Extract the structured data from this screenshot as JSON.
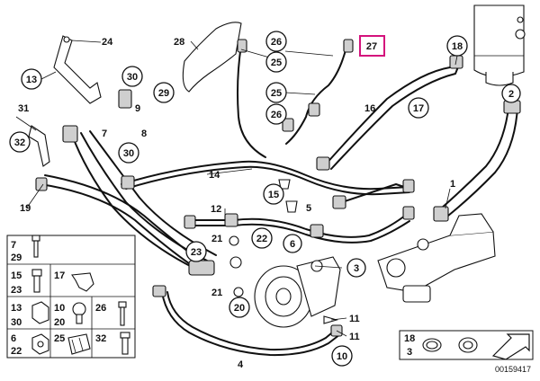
{
  "diagram_id": "00159417",
  "highlight_label": "27",
  "callouts": [
    {
      "id": "c26a",
      "label": "26",
      "circled": true
    },
    {
      "id": "c25a",
      "label": "25",
      "circled": true
    },
    {
      "id": "c25b",
      "label": "25",
      "circled": true
    },
    {
      "id": "c26b",
      "label": "26",
      "circled": true
    },
    {
      "id": "c18",
      "label": "18",
      "circled": true
    },
    {
      "id": "c2",
      "label": "2",
      "circled": true
    },
    {
      "id": "c17",
      "label": "17",
      "circled": true
    },
    {
      "id": "c13",
      "label": "13",
      "circled": true
    },
    {
      "id": "c30a",
      "label": "30",
      "circled": true
    },
    {
      "id": "c29",
      "label": "29",
      "circled": true
    },
    {
      "id": "c32",
      "label": "32",
      "circled": true
    },
    {
      "id": "c30b",
      "label": "30",
      "circled": true
    },
    {
      "id": "c15",
      "label": "15",
      "circled": true
    },
    {
      "id": "c23",
      "label": "23",
      "circled": true
    },
    {
      "id": "c22",
      "label": "22",
      "circled": true
    },
    {
      "id": "c6",
      "label": "6",
      "circled": true
    },
    {
      "id": "c3",
      "label": "3",
      "circled": true
    },
    {
      "id": "c20",
      "label": "20",
      "circled": true
    },
    {
      "id": "c10",
      "label": "10",
      "circled": true
    },
    {
      "id": "t27",
      "label": "27",
      "circled": false
    },
    {
      "id": "t24",
      "label": "24",
      "circled": false
    },
    {
      "id": "t28",
      "label": "28",
      "circled": false
    },
    {
      "id": "t16",
      "label": "16",
      "circled": false
    },
    {
      "id": "t9",
      "label": "9",
      "circled": false
    },
    {
      "id": "t31",
      "label": "31",
      "circled": false
    },
    {
      "id": "t7",
      "label": "7",
      "circled": false
    },
    {
      "id": "t8",
      "label": "8",
      "circled": false
    },
    {
      "id": "t14",
      "label": "14",
      "circled": false
    },
    {
      "id": "t1",
      "label": "1",
      "circled": false
    },
    {
      "id": "t19",
      "label": "19",
      "circled": false
    },
    {
      "id": "t5",
      "label": "5",
      "circled": false
    },
    {
      "id": "t12",
      "label": "12",
      "circled": false
    },
    {
      "id": "t21a",
      "label": "21",
      "circled": false
    },
    {
      "id": "t21b",
      "label": "21",
      "circled": false
    },
    {
      "id": "t11a",
      "label": "11",
      "circled": false
    },
    {
      "id": "t11b",
      "label": "11",
      "circled": false
    },
    {
      "id": "t4",
      "label": "4",
      "circled": false
    }
  ],
  "legend_tiles": [
    {
      "id": "L1",
      "labels": [
        "7",
        "29"
      ]
    },
    {
      "id": "L2",
      "labels": [
        "15",
        "23"
      ]
    },
    {
      "id": "L3",
      "labels": [
        "17"
      ]
    },
    {
      "id": "L4",
      "labels": [
        "13",
        "30"
      ]
    },
    {
      "id": "L5",
      "labels": [
        "10",
        "20"
      ]
    },
    {
      "id": "L6",
      "labels": [
        "26"
      ]
    },
    {
      "id": "L7",
      "labels": [
        "6",
        "22"
      ]
    },
    {
      "id": "L8",
      "labels": [
        "25"
      ]
    },
    {
      "id": "L9",
      "labels": [
        "32"
      ]
    }
  ],
  "clamp_box": {
    "labels": [
      "18",
      "3"
    ]
  }
}
